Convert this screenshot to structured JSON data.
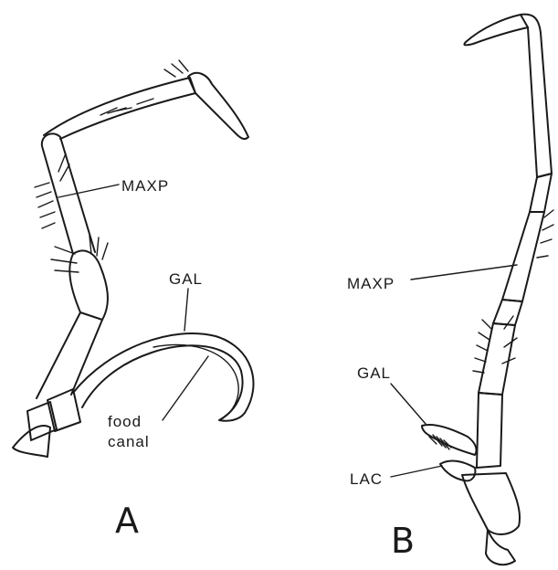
{
  "figure": {
    "panel_a": {
      "panel_label": "A",
      "labels": {
        "maxp": "MAXP",
        "gal": "GAL",
        "food_canal_line1": "food",
        "food_canal_line2": "canal"
      }
    },
    "panel_b": {
      "panel_label": "B",
      "labels": {
        "maxp": "MAXP",
        "gal": "GAL",
        "lac": "LAC"
      }
    }
  }
}
